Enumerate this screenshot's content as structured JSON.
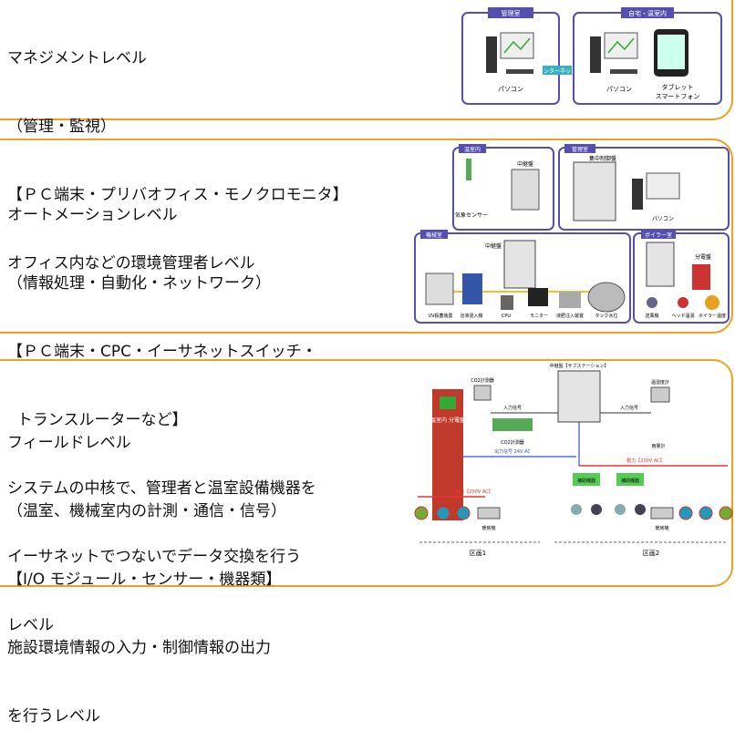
{
  "levels": [
    {
      "lines": [
        "マネジメントレベル",
        "（管理・監視）",
        "【ＰＣ端末・プリバオフィス・モノクロモニタ】",
        "オフィス内などの環境管理者レベル"
      ]
    },
    {
      "lines": [
        "オートメーションレベル",
        "（情報処理・自動化・ネットワーク）",
        "【ＰＣ端末・CPC・イーサネットスイッチ・",
        "  トランスルーターなど】",
        "システムの中核で、管理者と温室設備機器を",
        "イーサネットでつないでデータ交換を行う",
        "レベル"
      ]
    },
    {
      "lines": [
        "フィールドレベル",
        "（温室、機械室内の計測・通信・信号）",
        "【I/O モジュール・センサー・機器類】",
        "施設環境情報の入力・制御情報の出力",
        "を行うレベル"
      ]
    }
  ],
  "diagram1": {
    "box1_title": "管理室",
    "box2_title": "自宅・温室内",
    "pc1": "パソコン",
    "pc2": "パソコン",
    "tablet": "タブレット",
    "phone": "スマートフォン",
    "net": "インターネット"
  },
  "diagram2": {
    "greenhouse": "温室内",
    "control_room": "管理室",
    "machine_room": "機械室",
    "boiler_room": "ボイラー室",
    "controller": "中継盤",
    "central_controller": "集中制御盤",
    "pc": "パソコン",
    "weather": "気象センサー",
    "units": [
      "UV殺菌装置",
      "溶液混入機",
      "CPU",
      "モニター",
      "液肥注入装置",
      "タンク水位"
    ],
    "boiler_units": [
      "送風機",
      "ヘッド温湯",
      "ボイラー温度"
    ],
    "distribution": "分電盤"
  },
  "diagram3": {
    "controller": "中継盤【サブステーション】",
    "co2": "CO2計測器",
    "temp": "温湿度計",
    "panel": "温室内\n分電盤",
    "input": "入力信号",
    "output": "出力信号 24V AC",
    "power1": "動力【200V AC】",
    "power2": "動力【200V AC】",
    "rain": "雨量計",
    "relay1": "補助機器",
    "relay2": "補助機器",
    "zone1": "区画1",
    "zone2": "区画2",
    "equipment": "暖房機"
  }
}
